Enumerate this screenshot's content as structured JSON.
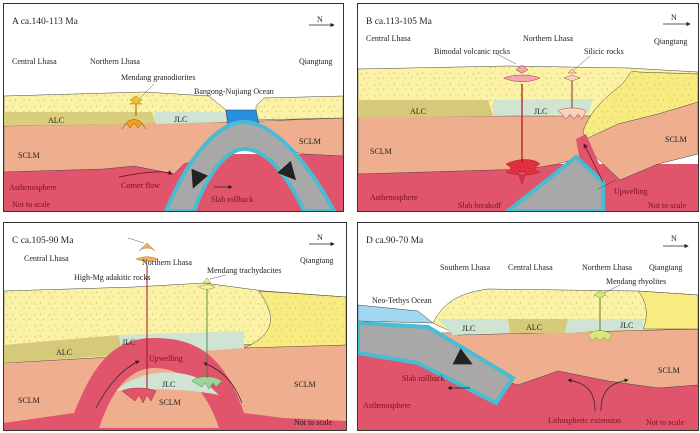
{
  "colors": {
    "crust": "#fbf2a6",
    "alc": "#d5c97a",
    "jlc": "#cfe4d2",
    "sclm": "#efae8e",
    "asthenosphere": "#e0546c",
    "slab_edge": "#48bcd2",
    "slab": "#a8a8a8",
    "ocean": "#2b8fe0",
    "neo_tethys": "#a3d6f0"
  },
  "north_label": "N",
  "panelA": {
    "title": "A  ca.140-113 Ma",
    "central_lhasa": "Central Lhasa",
    "northern_lhasa": "Northern Lhasa",
    "qiangtang": "Qiangtang",
    "granodiorites": "Mendang granodiorites",
    "ocean": "Bangong-Nujiang Ocean",
    "alc": "ALC",
    "jlc": "JLC",
    "sclm_left": "SCLM",
    "sclm_right": "SCLM",
    "corner_flow": "Corner flow",
    "asthenosphere": "Asthenosphere",
    "slab_rollback": "Slab rollback",
    "not_to_scale": "Not to scale"
  },
  "panelB": {
    "title": "B  ca.113-105 Ma",
    "central_lhasa": "Central Lhasa",
    "northern_lhasa": "Northern Lhasa",
    "qiangtang": "Qiangtang",
    "bimodal": "Bimodal volcanic rocks",
    "silicic": "Silicic rocks",
    "alc": "ALC",
    "jlc": "JLC",
    "sclm_left": "SCLM",
    "sclm_right": "SCLM",
    "upwelling": "Upwelling",
    "asthenosphere": "Asthenosphere",
    "slab_breakoff": "Slab breakoff",
    "not_to_scale": "Not to scale"
  },
  "panelC": {
    "title": "C  ca.105-90 Ma",
    "central_lhasa": "Central Lhasa",
    "northern_lhasa": "Northern Lhasa",
    "qiangtang": "Qiangtang",
    "adakitic": "High-Mg adakitic rocks",
    "trachydacites": "Mendang trachydacites",
    "alc": "ALC",
    "jlc_top": "JLC",
    "jlc_inner": "JLC",
    "upwelling": "Upwelling",
    "sclm_left": "SCLM",
    "sclm_center": "SCLM",
    "sclm_right": "SCLM",
    "not_to_scale": "Not to scale"
  },
  "panelD": {
    "title": "D  ca.90-70 Ma",
    "southern_lhasa": "Southern Lhasa",
    "central_lhasa": "Central Lhasa",
    "northern_lhasa": "Northern Lhasa",
    "qiangtang": "Qiangtang",
    "rhyolites": "Mendang rhyolites",
    "neo_tethys": "Neo-Tethys Ocean",
    "jlc_left": "JLC",
    "alc": "ALC",
    "jlc_right": "JLC",
    "sclm": "SCLM",
    "slab_rollback": "Slab rollback",
    "asthenosphere": "Asthenosphere",
    "extension": "Lithospheric extension",
    "not_to_scale": "Not to scale"
  }
}
